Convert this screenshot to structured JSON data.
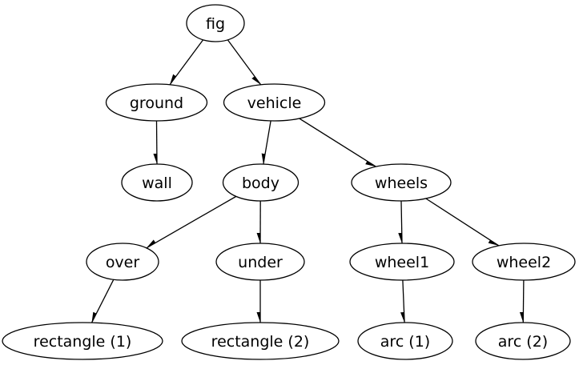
{
  "graph": {
    "title": "fig scene-graph diagram",
    "background_color": "#ffffff",
    "node_fill_color": "#ffffff",
    "node_stroke_color": "#000000",
    "text_color": "#000000",
    "edge_color": "#000000",
    "nodes": {
      "fig": {
        "label": "fig"
      },
      "ground": {
        "label": "ground"
      },
      "vehicle": {
        "label": "vehicle"
      },
      "wall": {
        "label": "wall"
      },
      "body": {
        "label": "body"
      },
      "wheels": {
        "label": "wheels"
      },
      "over": {
        "label": "over"
      },
      "under": {
        "label": "under"
      },
      "wheel1": {
        "label": "wheel1"
      },
      "wheel2": {
        "label": "wheel2"
      },
      "rect1": {
        "label": "rectangle (1)"
      },
      "rect2": {
        "label": "rectangle (2)"
      },
      "arc1": {
        "label": "arc (1)"
      },
      "arc2": {
        "label": "arc (2)"
      }
    },
    "edges": [
      {
        "from": "fig",
        "to": "ground"
      },
      {
        "from": "fig",
        "to": "vehicle"
      },
      {
        "from": "ground",
        "to": "wall"
      },
      {
        "from": "vehicle",
        "to": "body"
      },
      {
        "from": "vehicle",
        "to": "wheels"
      },
      {
        "from": "body",
        "to": "over"
      },
      {
        "from": "body",
        "to": "under"
      },
      {
        "from": "wheels",
        "to": "wheel1"
      },
      {
        "from": "wheels",
        "to": "wheel2"
      },
      {
        "from": "over",
        "to": "rect1"
      },
      {
        "from": "under",
        "to": "rect2"
      },
      {
        "from": "wheel1",
        "to": "arc1"
      },
      {
        "from": "wheel2",
        "to": "arc2"
      }
    ]
  }
}
